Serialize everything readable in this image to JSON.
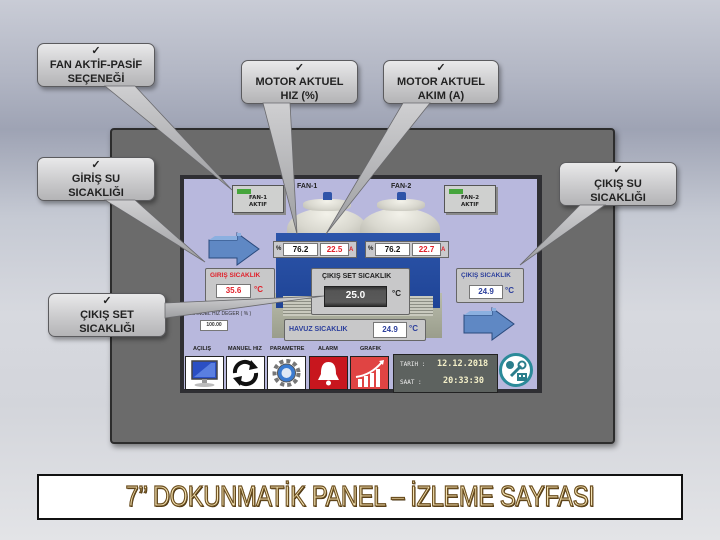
{
  "callouts": {
    "fan_aktif_pasif": {
      "check": "✓",
      "line1": "FAN AKTİF-PASİF",
      "line2": "SEÇENEĞİ"
    },
    "motor_hiz": {
      "check": "✓",
      "line1": "MOTOR AKTUEL",
      "line2": "HIZ (%)"
    },
    "motor_akim": {
      "check": "✓",
      "line1": "MOTOR AKTUEL",
      "line2": "AKIM (A)"
    },
    "giris_su": {
      "check": "✓",
      "line1": "GİRİŞ SU",
      "line2": "SICAKLIĞI"
    },
    "cikis_su": {
      "check": "✓",
      "line1": "ÇIKIŞ SU",
      "line2": "SICAKLIĞI"
    },
    "cikis_set": {
      "check": "✓",
      "line1": "ÇIKIŞ SET",
      "line2": "SICAKLIĞI"
    }
  },
  "hmi": {
    "fan1": {
      "title": "FAN-1",
      "button_line1": "FAN-1",
      "button_line2": "AKTIF",
      "speed_unit": "%",
      "speed": "76.2",
      "current": "22.5",
      "current_unit": "A"
    },
    "fan2": {
      "title": "FAN-2",
      "button_line1": "FAN-2",
      "button_line2": "AKTIF",
      "speed_unit": "%",
      "speed": "76.2",
      "current": "22.7",
      "current_unit": "A"
    },
    "giris": {
      "label": "GIRIŞ SICAKLIK",
      "value": "35.6",
      "unit": "°C"
    },
    "cikis_set": {
      "label": "ÇIKIŞ SET SICAKLIK",
      "value": "25.0",
      "unit": "°C"
    },
    "cikis": {
      "label": "ÇIKIŞ SICAKLIK",
      "value": "24.9",
      "unit": "°C"
    },
    "havuz": {
      "label": "HAVUZ SICAKLIK",
      "value": "24.9",
      "unit": "°C"
    },
    "manuel_hiz": {
      "label": "MANUEL HIZ DEGER ( % )",
      "value": "100.00"
    },
    "nav": [
      {
        "label": "AÇILIŞ",
        "icon": "monitor-icon"
      },
      {
        "label": "MANUEL HIZ",
        "icon": "refresh-icon"
      },
      {
        "label": "PARAMETRE",
        "icon": "gear-icon"
      },
      {
        "label": "ALARM",
        "icon": "bell-icon"
      },
      {
        "label": "GRAFIK",
        "icon": "chart-icon"
      }
    ],
    "datetime": {
      "date_label": "TARIH :",
      "date": "12.12.2018",
      "time_label": "SAAT :",
      "time": "20:33:30"
    },
    "settings_icon": "tools-schedule-icon",
    "colors": {
      "screen_bg": "#b8b8dd",
      "tower_blue": "#2550a3",
      "red_value": "#e0202a",
      "blue_value": "#2c3f9c",
      "led_green": "#46a53c"
    }
  },
  "title": "7’’ DOKUNMATİK PANEL – İZLEME SAYFASI"
}
